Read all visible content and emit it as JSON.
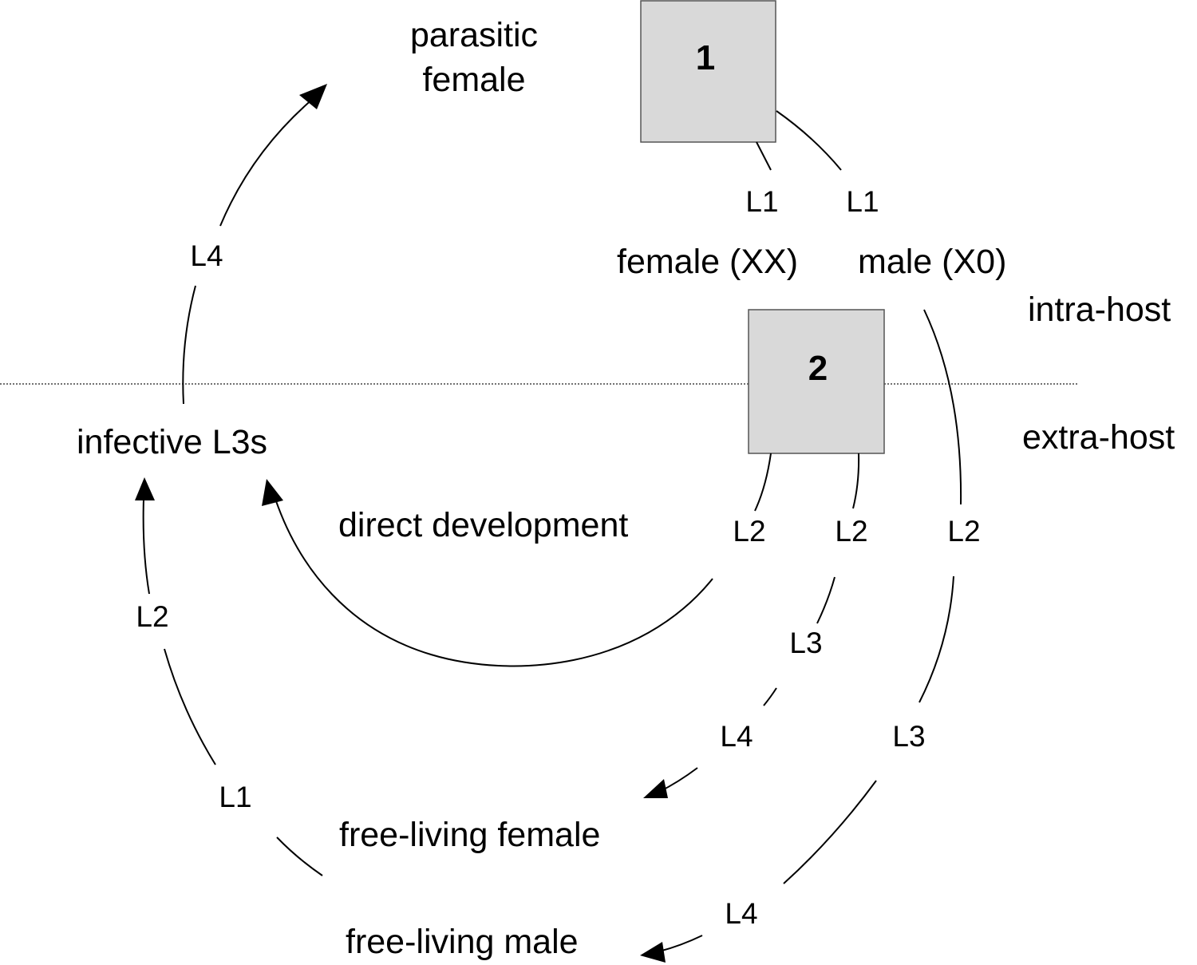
{
  "boxes": {
    "box1": "1",
    "box2": "2"
  },
  "labels": {
    "parasitic_female_line1": "parasitic",
    "parasitic_female_line2": "female",
    "female_xx": "female (XX)",
    "male_x0": "male (X0)",
    "intra_host": "intra-host",
    "extra_host": "extra-host",
    "infective_l3s": "infective L3s",
    "direct_development": "direct development",
    "free_living_female": "free-living female",
    "free_living_male": "free-living male"
  },
  "stages": {
    "parasite_female_l1": "L1",
    "parasite_male_l1": "L1",
    "left_l4": "L4",
    "direct_l2": "L2",
    "female_l2": "L2",
    "male_l2": "L2",
    "female_l3": "L3",
    "female_l4": "L4",
    "male_l3": "L3",
    "male_l4": "L4",
    "left_l2": "L2",
    "left_l1": "L1"
  }
}
